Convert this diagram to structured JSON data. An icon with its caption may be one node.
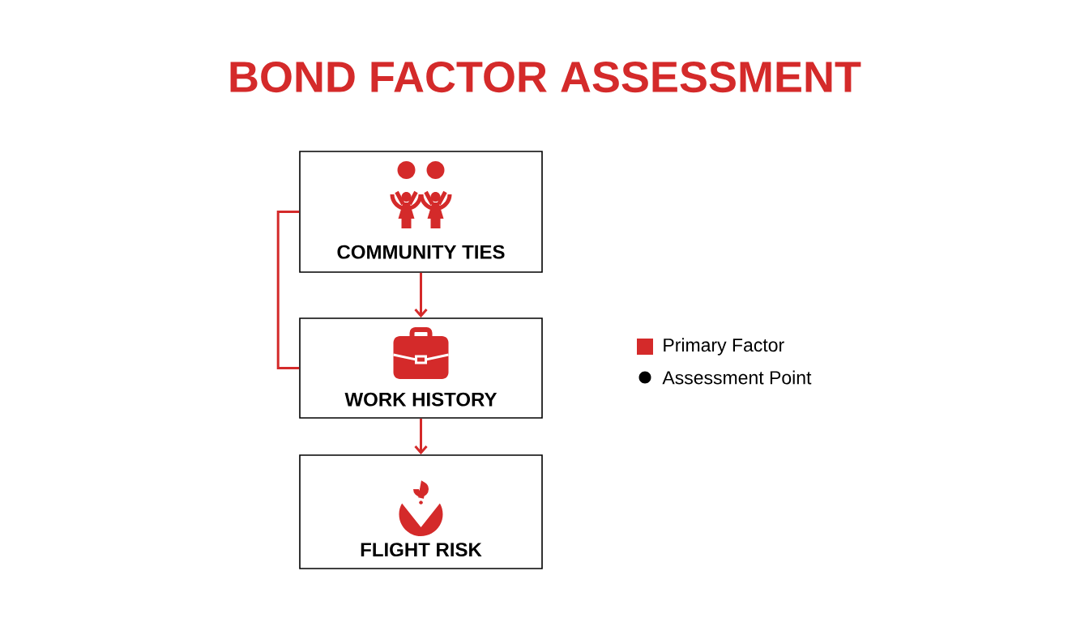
{
  "diagram": {
    "title": "BOND FACTOR ASSESSMENT",
    "nodes": [
      {
        "text": [
          "COMMUNITY TIES"
        ]
      },
      {
        "text": [
          "WORK HISTORY"
        ]
      },
      {
        "text": [
          "FLIGHT RISK"
        ]
      }
    ],
    "edges": [
      {
        "from": 0,
        "to": 1,
        "arrow": "to"
      },
      {
        "from": 1,
        "to": 2,
        "arrow": "to"
      },
      {
        "from": 0,
        "to": 1,
        "arrow": "none"
      }
    ],
    "legend": [
      {
        "text": "Primary Factor",
        "color": "#d42a2a"
      },
      {
        "text": "Assessment Point"
      }
    ]
  }
}
